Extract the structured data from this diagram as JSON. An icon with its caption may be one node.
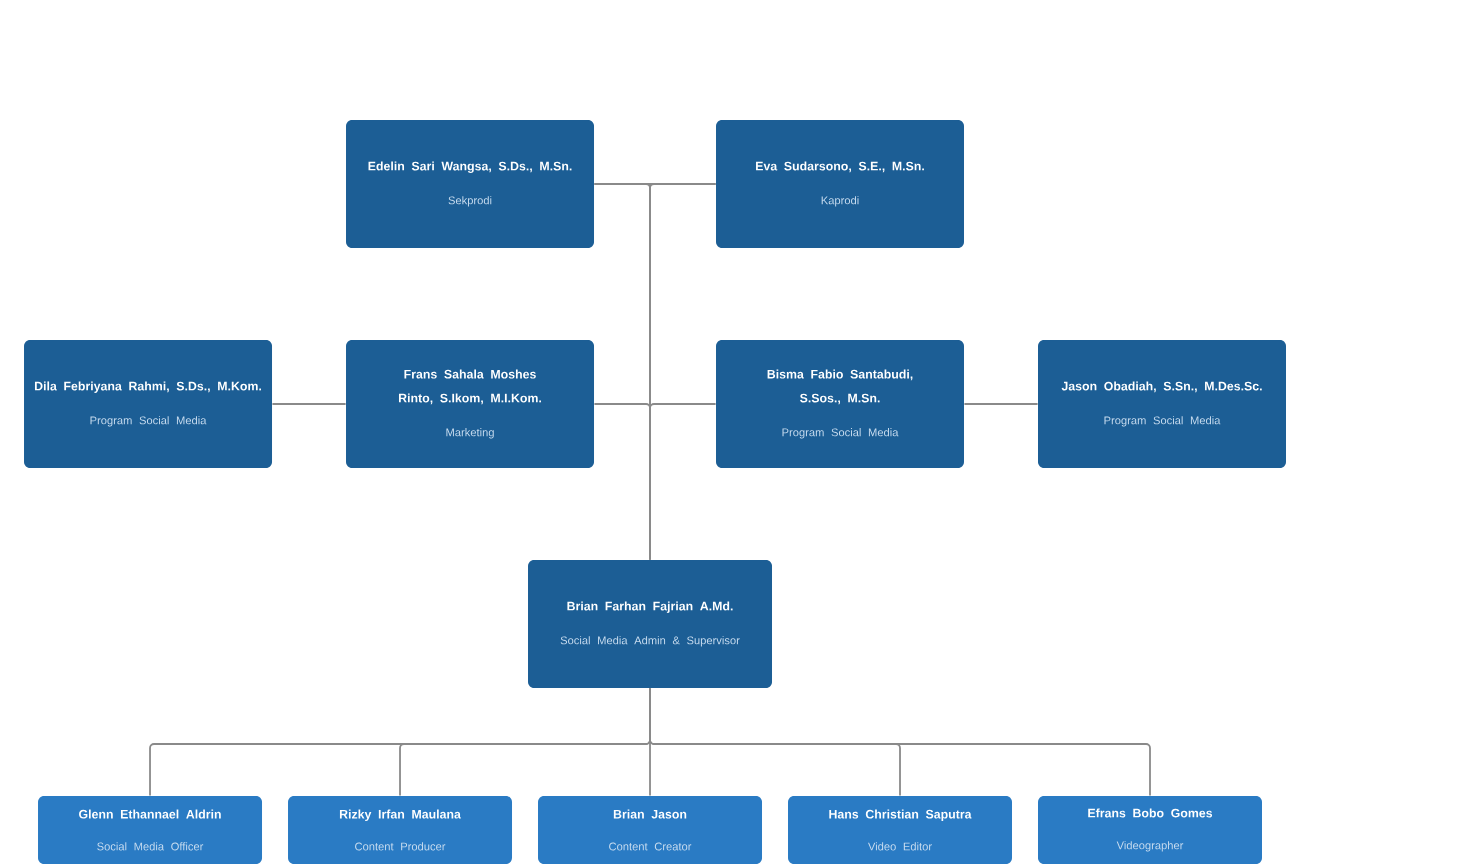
{
  "diagram": {
    "nodes": [
      {
        "text": [
          "Edelin Sari Wangsa, S.Ds., M.Sn.",
          "Sekprodi"
        ]
      },
      {
        "text": [
          "Eva Sudarsono, S.E., M.Sn.",
          "Kaprodi"
        ]
      },
      {
        "text": [
          "Dila Febriyana Rahmi, S.Ds., M.Kom.",
          "Program Social Media"
        ]
      },
      {
        "text": [
          "Frans Sahala Moshes Rinto, S.Ikom, M.I.Kom.",
          "Marketing"
        ]
      },
      {
        "text": [
          "Bisma Fabio Santabudi, S.Sos., M.Sn.",
          "Program Social Media"
        ]
      },
      {
        "text": [
          "Jason Obadiah, S.Sn., M.Des.Sc.",
          "Program Social Media"
        ]
      },
      {
        "text": [
          "Brian Farhan Fajrian A.Md.",
          "Social Media Admin & Supervisor"
        ]
      },
      {
        "text": [
          "Glenn Ethannael Aldrin",
          "Social Media Officer"
        ]
      },
      {
        "text": [
          "Rizky Irfan Maulana",
          "Content Producer"
        ]
      },
      {
        "text": [
          "Brian Jason",
          "Content Creator"
        ]
      },
      {
        "text": [
          "Hans Christian Saputra",
          "Video Editor"
        ]
      },
      {
        "text": [
          "Efrans Bobo Gomes",
          "Videographer"
        ]
      }
    ],
    "edges": [
      {
        "from": 0,
        "to": 1,
        "arrow": "none"
      },
      {
        "from": 0,
        "to": 6,
        "arrow": "none"
      },
      {
        "from": 1,
        "to": 6,
        "arrow": "none"
      },
      {
        "from": 2,
        "to": 3,
        "arrow": "none"
      },
      {
        "from": 3,
        "to": 6,
        "arrow": "none"
      },
      {
        "from": 4,
        "to": 6,
        "arrow": "none"
      },
      {
        "from": 4,
        "to": 5,
        "arrow": "none"
      },
      {
        "from": 6,
        "to": 7,
        "arrow": "none"
      },
      {
        "from": 6,
        "to": 8,
        "arrow": "none"
      },
      {
        "from": 6,
        "to": 9,
        "arrow": "none"
      },
      {
        "from": 6,
        "to": 10,
        "arrow": "none"
      },
      {
        "from": 6,
        "to": 11,
        "arrow": "none"
      }
    ]
  }
}
